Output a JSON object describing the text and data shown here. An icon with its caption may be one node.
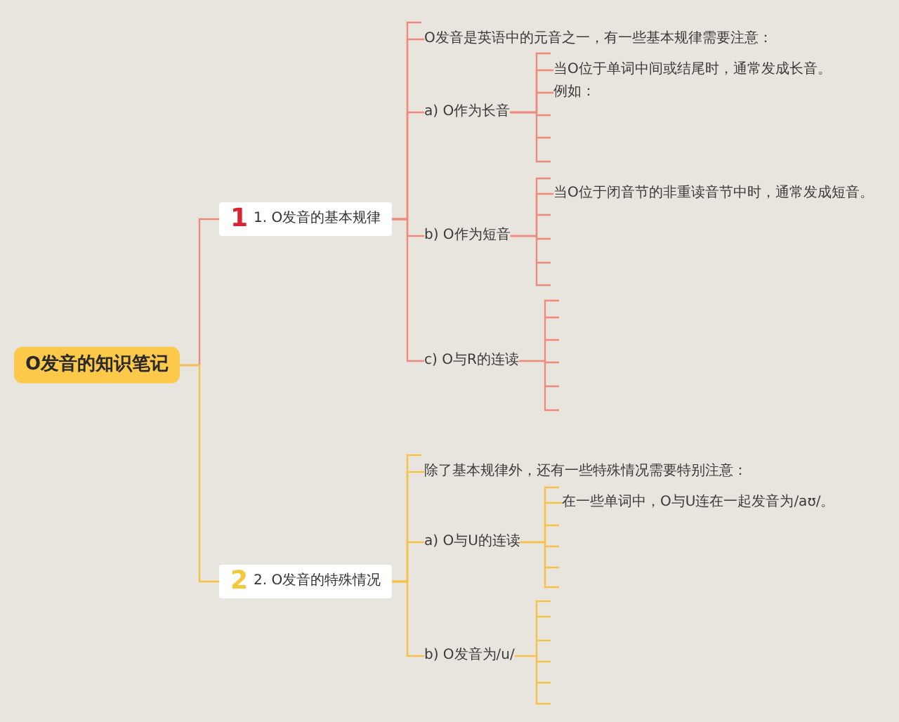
{
  "diagram": {
    "nodes": [
      {
        "text": [
          "O发音的知识笔记"
        ]
      },
      {
        "text": [
          "1",
          "1. O发音的基本规律"
        ]
      },
      {
        "text": [
          "O发音是英语中的元音之一，有一些基本规律需要注意："
        ]
      },
      {
        "text": [
          "a) O作为长音"
        ]
      },
      {
        "text": [
          "当O位于单词中间或结尾时，通常发成长音。"
        ]
      },
      {
        "text": [
          "例如："
        ]
      },
      {
        "text": [
          "b) O作为短音"
        ]
      },
      {
        "text": [
          "当O位于闭音节的非重读音节中时，通常发成短音。"
        ]
      },
      {
        "text": [
          "c) O与R的连读"
        ]
      },
      {
        "text": [
          "2",
          "2. O发音的特殊情况"
        ]
      },
      {
        "text": [
          "除了基本规律外，还有一些特殊情况需要特别注意："
        ]
      },
      {
        "text": [
          "a) O与U的连读"
        ]
      },
      {
        "text": [
          "在一些单词中，O与U连在一起发音为/aʊ/。"
        ]
      },
      {
        "text": [
          "b) O发音为/u/"
        ]
      }
    ],
    "edges": [
      {
        "from": 0,
        "to": 1,
        "arrow": "none"
      },
      {
        "from": 1,
        "to": 2,
        "arrow": "none"
      },
      {
        "from": 1,
        "to": 3,
        "arrow": "none"
      },
      {
        "from": 1,
        "to": 6,
        "arrow": "none"
      },
      {
        "from": 1,
        "to": 8,
        "arrow": "none"
      },
      {
        "from": 3,
        "to": 4,
        "arrow": "none"
      },
      {
        "from": 3,
        "to": 5,
        "arrow": "none"
      },
      {
        "from": 6,
        "to": 7,
        "arrow": "none"
      },
      {
        "from": 0,
        "to": 9,
        "arrow": "none",
        "color": "#f5c146"
      },
      {
        "from": 9,
        "to": 10,
        "arrow": "none",
        "color": "#f5c146"
      },
      {
        "from": 9,
        "to": 11,
        "arrow": "none",
        "color": "#f5c146"
      },
      {
        "from": 9,
        "to": 13,
        "arrow": "none",
        "color": "#f5c146"
      },
      {
        "from": 11,
        "to": 12,
        "arrow": "none",
        "color": "#f5c146"
      }
    ]
  }
}
